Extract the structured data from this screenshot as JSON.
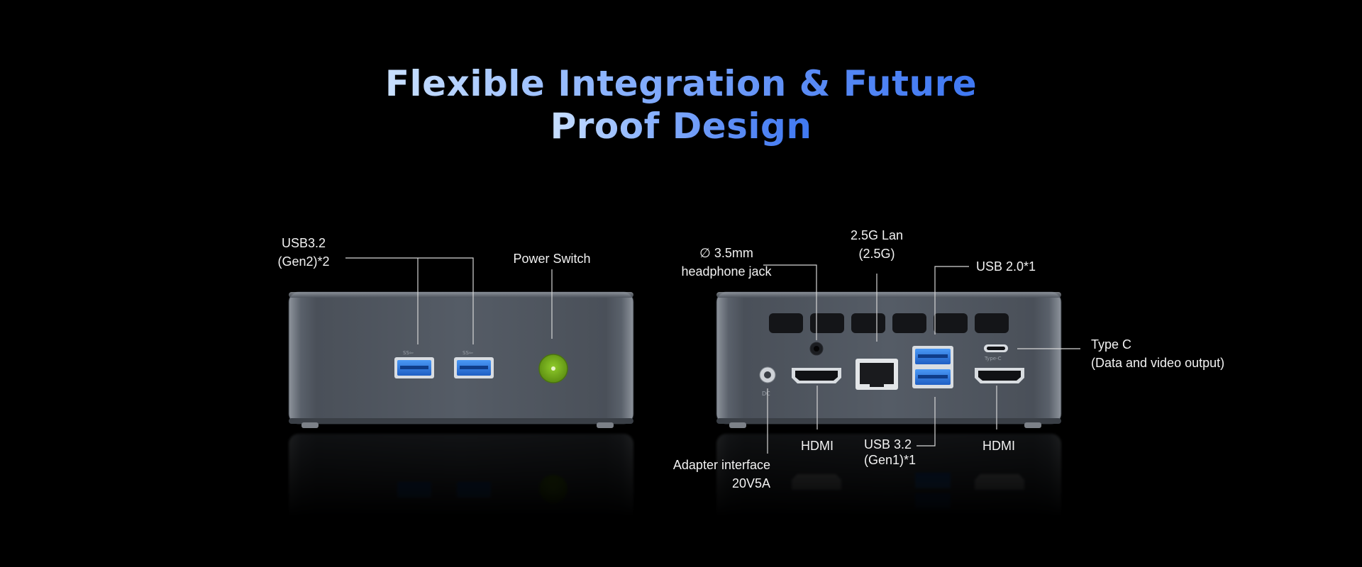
{
  "header": {
    "title_line1": "Flexible Integration & Future",
    "title_line2": "Proof Design"
  },
  "front_panel": {
    "usb_label_line1": "USB3.2",
    "usb_label_line2": "(Gen2)*2",
    "power_label": "Power Switch",
    "usb_port_logo": "SS⇦",
    "power_button_color": "#7bb51f"
  },
  "rear_panel": {
    "headphone_line1": "∅ 3.5mm",
    "headphone_line2": "headphone jack",
    "lan_line1": "2.5G Lan",
    "lan_line2": "(2.5G)",
    "usb2_label": "USB 2.0*1",
    "typec_line1": "Type C",
    "typec_line2": "(Data and video output)",
    "adapter_line1": "Adapter interface",
    "adapter_line2": "20V5A",
    "hdmi_left_label": "HDMI",
    "usb32_line1": "USB 3.2",
    "usb32_line2": "(Gen1)*1",
    "hdmi_right_label": "HDMI",
    "dc_mark": "DC",
    "typec_mark": "Type-C"
  },
  "colors": {
    "usb3_blue": "#2f7fe6",
    "device_body": "#4e5560",
    "title_gradient_start": "#c9e0ff",
    "title_gradient_end": "#3f78f2"
  }
}
